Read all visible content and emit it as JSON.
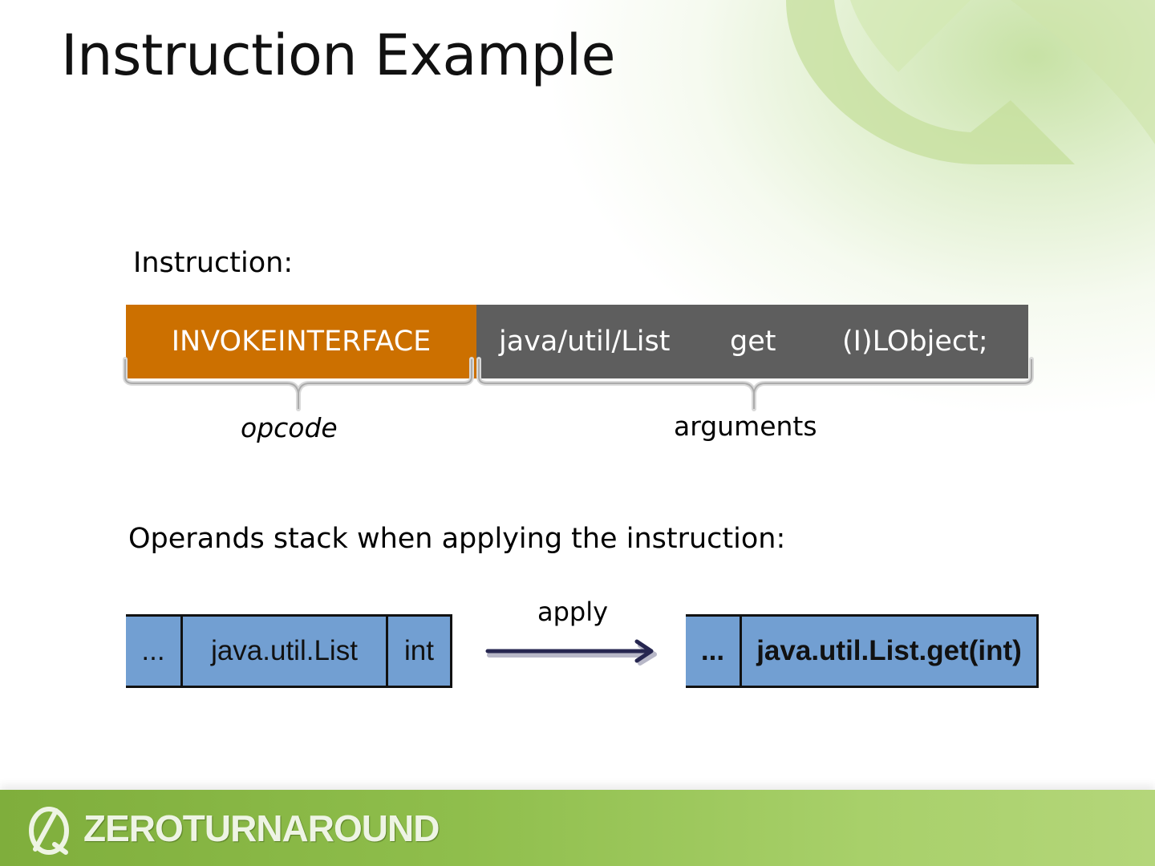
{
  "slide": {
    "title": "Instruction Example"
  },
  "instruction": {
    "label": "Instruction:",
    "opcode": "INVOKEINTERFACE",
    "arguments": [
      "java/util/List",
      "get",
      "(I)LObject;"
    ],
    "opcode_caption": "opcode",
    "arguments_caption": "arguments",
    "colors": {
      "opcode": "#cc7000",
      "arguments": "#5e5e5e"
    }
  },
  "operands": {
    "label": "Operands stack when applying the instruction:",
    "before": [
      "...",
      "java.util.List",
      "int"
    ],
    "apply_label": "apply",
    "after": [
      "...",
      "java.util.List.get(int)"
    ],
    "cell_color": "#729fd2"
  },
  "footer": {
    "logo_text": "ZEROTURNAROUND",
    "logo_icon": "zeroturnaround-logo-icon"
  }
}
